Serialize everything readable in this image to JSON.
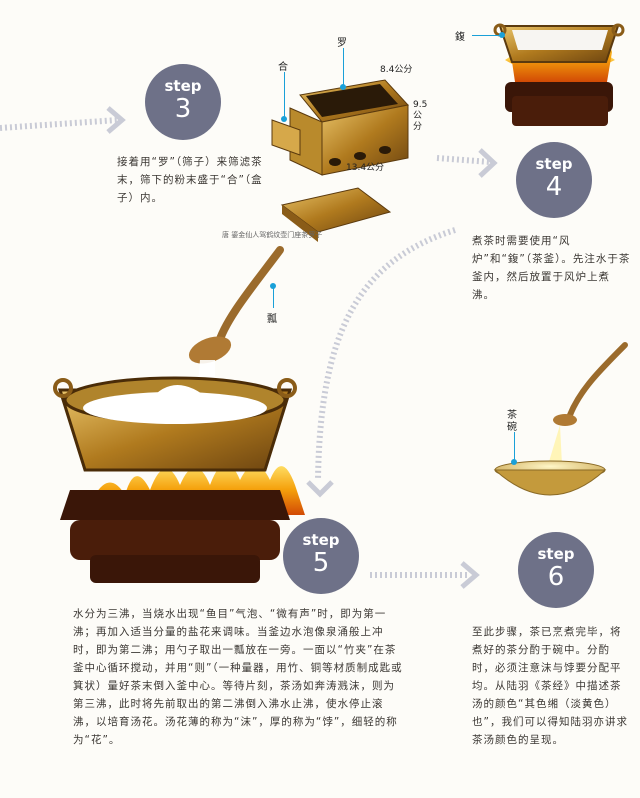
{
  "steps": {
    "s3": {
      "word": "step",
      "num": "3"
    },
    "s4": {
      "word": "step",
      "num": "4"
    },
    "s5": {
      "word": "step",
      "num": "5"
    },
    "s6": {
      "word": "step",
      "num": "6"
    }
  },
  "text": {
    "step3": "接着用“罗”（筛子）来筛滤茶末，筛下的粉末盛于“合”（盒子）内。",
    "step4": "煮茶时需要使用“风炉”和“鍑”（茶釜）。先注水于茶釜内，然后放置于风炉上煮沸。",
    "step5": "水分为三沸，当烧水出现“鱼目”气泡、“微有声”时，即为第一沸；再加入适当分量的盐花来调味。当釜边水泡像泉涌般上冲时，即为第二沸；用勺子取出一瓢放在一旁。一面以“竹夹”在茶釜中心循环搅动，并用“则”（一种量器，用竹、铜等材质制成匙或箕状）量好茶末倒入釜中心。等待片刻，茶汤如奔涛溅沫，则为第三沸，此时将先前取出的第二沸倒入沸水止沸，使水停止滚沸，以培育汤花。汤花薄的称为“沫”，厚的称为“饽”，细轻的称为“花”。",
    "step6": "至此步骤，茶已烹煮完毕，将煮好的茶分酌于碗中。分酌时，必须注意沫与饽要分配平均。从陆羽《茶经》中描述茶汤的颜色“其色缃（淡黄色）也”，我们可以得知陆羽亦讲求茶汤颜色的呈现。"
  },
  "labels": {
    "luo": "罗",
    "he": "合",
    "fu": "鍑",
    "piao": "瓢",
    "chawan": "茶碗",
    "dim_w": "8.4公分",
    "dim_h": "9.5公分",
    "dim_l": "13.4公分",
    "caption": "唐 鎏金仙人驾鹤纹壶门座茶罗子"
  },
  "colors": {
    "circle": "#6e7188",
    "dotted": "#c9cbd6",
    "pointer": "#1aa0d8"
  }
}
